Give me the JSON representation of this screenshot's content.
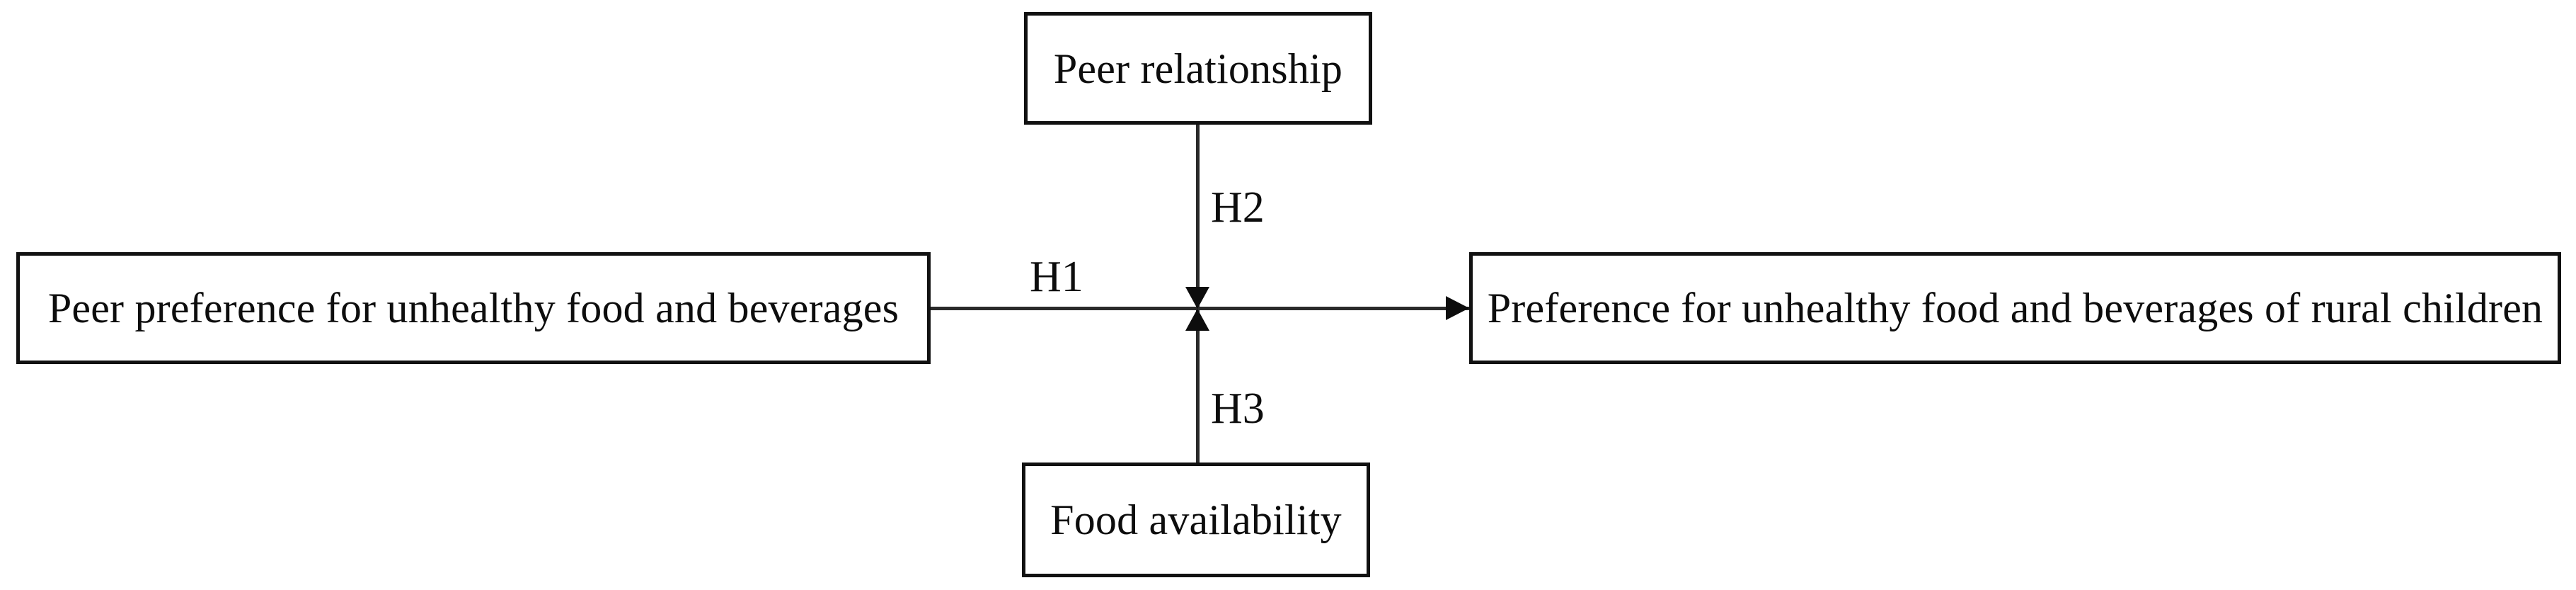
{
  "diagram": {
    "type": "conceptual-research-framework",
    "background_color": "#ffffff",
    "node_border_color": "#111111",
    "connector_color": "#2a2a2a",
    "text_color": "#0d0d0d",
    "nodes": [
      {
        "id": "peer-preference",
        "label": "Peer preference for unhealthy food and beverages",
        "role": "independent-variable"
      },
      {
        "id": "peer-relationship",
        "label": "Peer relationship",
        "role": "moderator-top"
      },
      {
        "id": "food-availability",
        "label": "Food availability",
        "role": "moderator-bottom"
      },
      {
        "id": "outcome",
        "label": "Preference for unhealthy food and beverages of rural children",
        "role": "dependent-variable"
      }
    ],
    "edges": [
      {
        "id": "h1",
        "label": "H1",
        "from": "peer-preference",
        "to": "outcome",
        "direction": "right"
      },
      {
        "id": "h2",
        "label": "H2",
        "from": "peer-relationship",
        "to": "h1-path",
        "direction": "down"
      },
      {
        "id": "h3",
        "label": "H3",
        "from": "food-availability",
        "to": "h1-path",
        "direction": "up"
      }
    ]
  }
}
